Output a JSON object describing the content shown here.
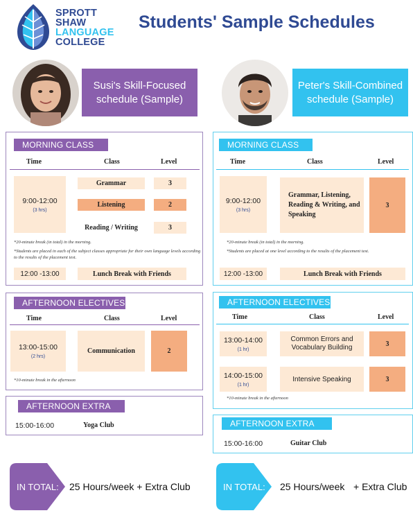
{
  "header": {
    "logo_lines": [
      "SPROTT",
      "SHAW",
      "LANGUAGE",
      "COLLEGE"
    ],
    "title": "Students' Sample Schedules"
  },
  "susi": {
    "name_line1": "Susi's Skill-Focused",
    "name_line2": "schedule (Sample)",
    "morning": {
      "label": "MORNING CLASS",
      "headers": [
        "Time",
        "Class",
        "Level"
      ],
      "time": "9:00-12:00",
      "duration": "(3 hrs)",
      "classes": [
        {
          "name": "Grammar",
          "level": "3"
        },
        {
          "name": "Listening",
          "level": "2"
        },
        {
          "name": "Reading / Writing",
          "level": "3"
        }
      ],
      "note1": "*20-minute break (in total) in the morning.",
      "note2": "*Students are placed in each of the subject classes appropriate for their own language levels according to the results of the placement test.",
      "lunch_time": "12:00 -13:00",
      "lunch_label": "Lunch Break with Friends"
    },
    "afternoon": {
      "label": "AFTERNOON ELECTIVES",
      "headers": [
        "Time",
        "Class",
        "Level"
      ],
      "time": "13:00-15:00",
      "duration": "(2 hrs)",
      "class": "Communication",
      "level": "2",
      "note": "*10-minute break in the afternoon"
    },
    "extra": {
      "label": "AFTERNOON EXTRA",
      "time": "15:00-16:00",
      "activity": "Yoga Club"
    },
    "total": {
      "badge": "IN TOTAL:",
      "text": "25 Hours/week + Extra Club"
    }
  },
  "peter": {
    "name_line1": "Peter's Skill-Combined",
    "name_line2": "schedule (Sample)",
    "morning": {
      "label": "MORNING CLASS",
      "headers": [
        "Time",
        "Class",
        "Level"
      ],
      "time": "9:00-12:00",
      "duration": "(3 hrs)",
      "class": "Grammar, Listening, Reading & Writing, and Speaking",
      "level": "3",
      "note1": "*20-minute break (in total) in the morning.",
      "note2": "*Students are placed at one level according to the results of the placement test.",
      "lunch_time": "12:00 -13:00",
      "lunch_label": "Lunch Break with Friends"
    },
    "afternoon": {
      "label": "AFTERNOON ELECTIVES",
      "headers": [
        "Time",
        "Class",
        "Level"
      ],
      "rows": [
        {
          "time": "13:00-14:00",
          "duration": "(1 hr)",
          "class": "Common Errors and Vocabulary Building",
          "level": "3"
        },
        {
          "time": "14:00-15:00",
          "duration": "(1 hr)",
          "class": "Intensive Speaking",
          "level": "3"
        }
      ],
      "note": "*10-minute break in the afternoon"
    },
    "extra": {
      "label": "AFTERNOON EXTRA",
      "time": "15:00-16:00",
      "activity": "Guitar Club"
    },
    "total": {
      "badge": "IN TOTAL:",
      "text1": "25 Hours/week",
      "text2": "+ Extra Club"
    }
  },
  "colors": {
    "purple": "#8a5fad",
    "blue": "#32c2ef",
    "navy": "#2f4a93",
    "peach_light": "#fde9d5",
    "peach_dark": "#f4ad80"
  }
}
